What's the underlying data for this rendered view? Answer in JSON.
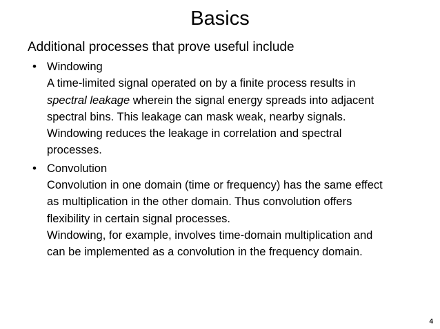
{
  "slide": {
    "title": "Basics",
    "lead_line": "Additional processes that prove useful include",
    "page_number": "4",
    "bullet_glyph": "•",
    "background_color": "#ffffff",
    "text_color": "#000000",
    "bullets": [
      {
        "heading": "Windowing",
        "lines": [
          {
            "text": "A time-limited signal operated on by a finite process results in"
          },
          {
            "italic_prefix": "spectral leakage",
            "text": " wherein the signal energy spreads into adjacent"
          },
          {
            "text": "spectral bins.  This leakage can mask weak, nearby signals."
          },
          {
            "text": "Windowing reduces the leakage in correlation and spectral"
          },
          {
            "text": "processes."
          }
        ]
      },
      {
        "heading": "Convolution",
        "lines": [
          {
            "text": "Convolution in one domain (time or frequency) has the same effect"
          },
          {
            "text": "as multiplication in the other domain.  Thus convolution offers"
          },
          {
            "text": "flexibility in certain signal processes."
          },
          {
            "text": "Windowing, for example, involves time-domain multiplication and"
          },
          {
            "text": "can be implemented as a convolution in the frequency domain."
          }
        ]
      }
    ]
  }
}
